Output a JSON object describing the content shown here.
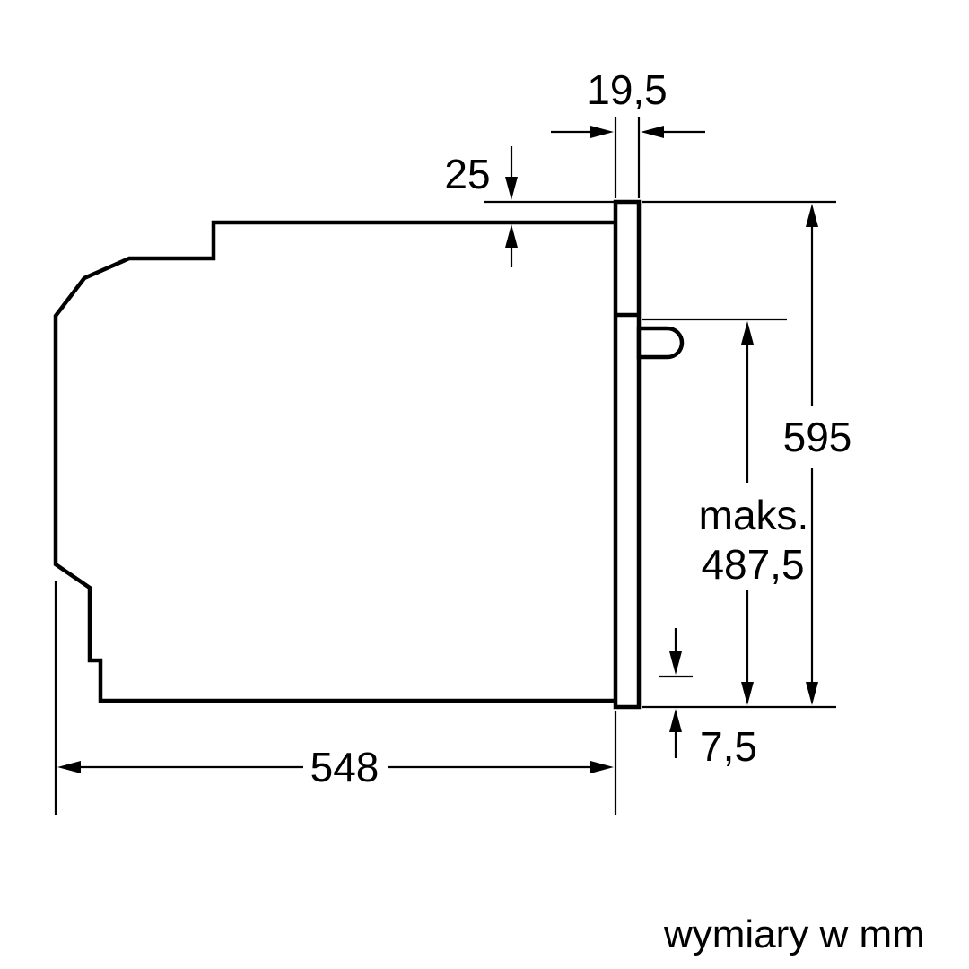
{
  "diagram": {
    "unit_caption": "wymiary w mm",
    "labels": {
      "front_thickness": "19,5",
      "top_overhang": "25",
      "total_height": "595",
      "max_prefix": "maks.",
      "max_value": "487,5",
      "bottom_overhang": "7,5",
      "body_depth": "548"
    },
    "colors": {
      "line": "#000000",
      "background": "#ffffff"
    }
  }
}
